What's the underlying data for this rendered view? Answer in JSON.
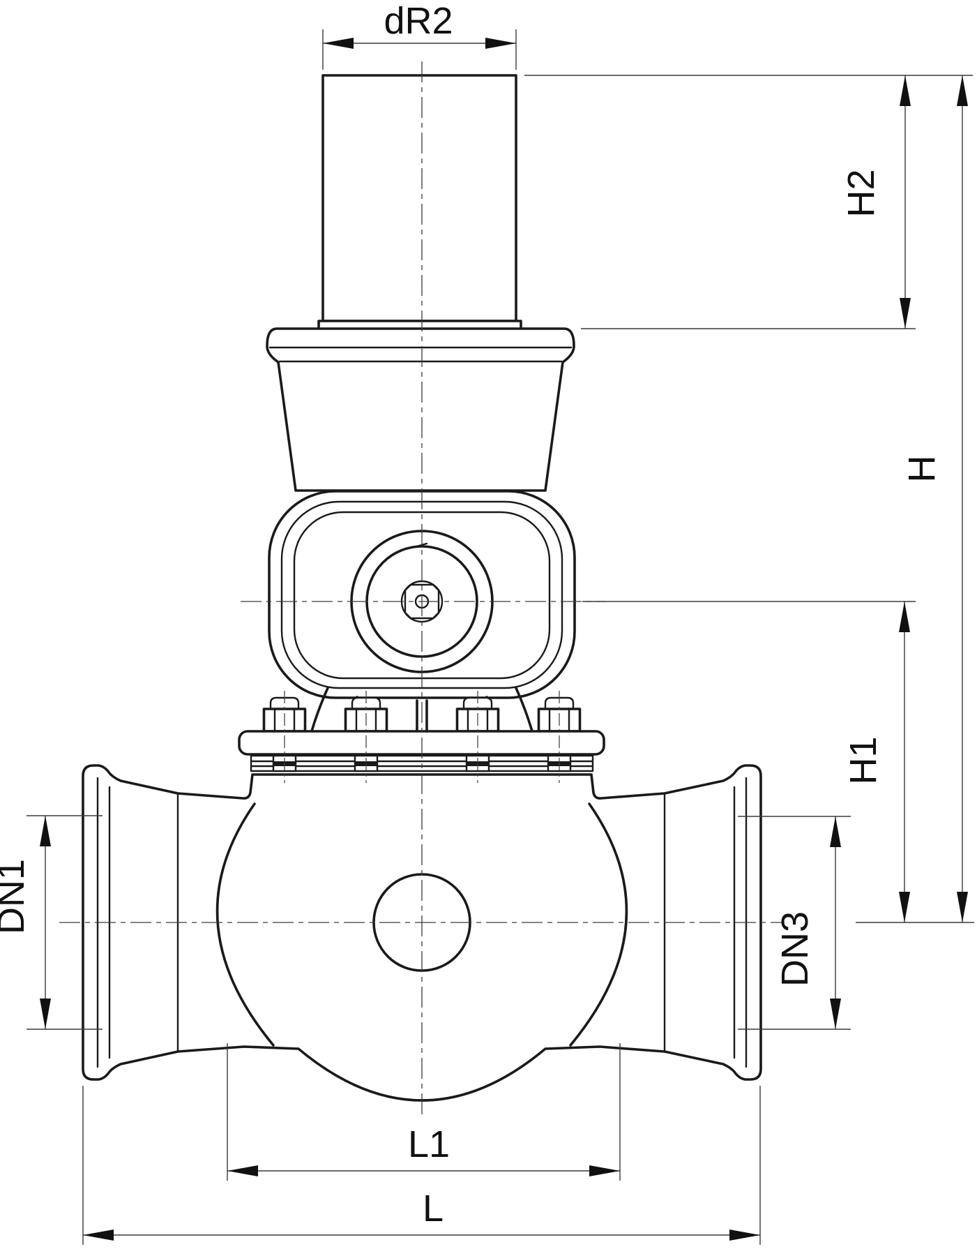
{
  "drawing": {
    "type": "technical-dimension-drawing",
    "subject": "service valve with socket ends, front view",
    "labels": {
      "top_diameter": "dR2",
      "height_upper": "H2",
      "height_total": "H",
      "height_lower": "H1",
      "nominal_left": "DN1",
      "nominal_right": "DN3",
      "length_inner": "L1",
      "length_total": "L"
    },
    "colors": {
      "outline": "#1a1a1a",
      "dim": "#3a3a3a",
      "arrow": "#111111",
      "bg": "#ffffff"
    }
  }
}
